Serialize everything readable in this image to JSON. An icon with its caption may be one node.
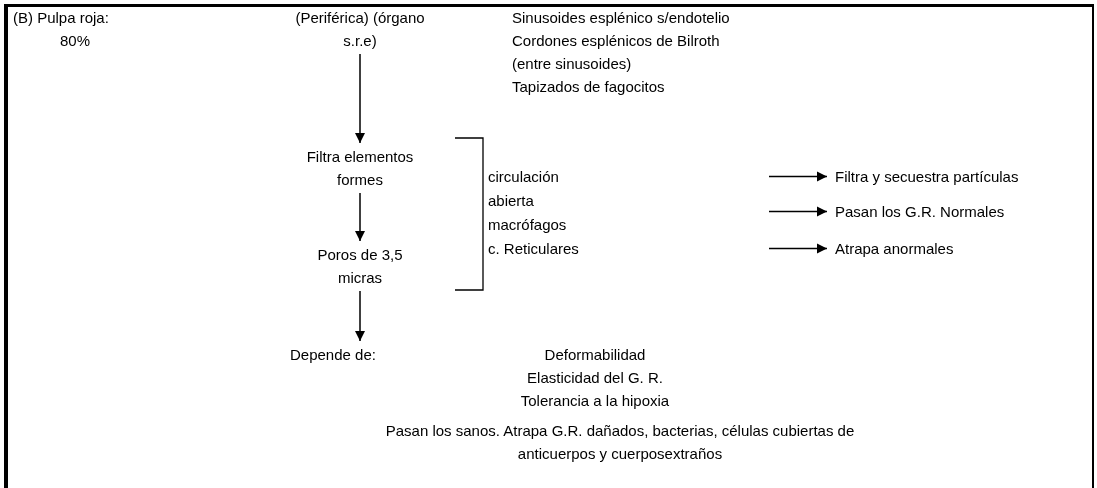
{
  "diagram": {
    "nodes": [
      {
        "text": [
          "(Periférica) (órgano s.r.e)"
        ]
      },
      {
        "text": [
          "Filtra elementos formes"
        ]
      },
      {
        "text": [
          "Poros de 3,5 micras"
        ]
      },
      {
        "text": [
          "Depende de:"
        ]
      },
      {
        "text": [
          "Filtra y secuestra partículas"
        ]
      },
      {
        "text": [
          "Pasan los G.R. Normales"
        ]
      },
      {
        "text": [
          "Atrapa anormales"
        ]
      }
    ],
    "edges": [
      {
        "from": 0,
        "to": 1,
        "arrow": "to"
      },
      {
        "from": 1,
        "to": 2,
        "arrow": "to"
      },
      {
        "from": 2,
        "to": 3,
        "arrow": "to"
      },
      {
        "from": null,
        "to": 4,
        "arrow": "to"
      },
      {
        "from": null,
        "to": 5,
        "arrow": "to"
      },
      {
        "from": null,
        "to": 6,
        "arrow": "to"
      }
    ],
    "labels": [
      "(B) Pulpa roja:",
      "80%",
      "Sinusoides esplénico s/endotelio",
      "Cordones esplénicos de Bilroth",
      "(entre sinusoides)",
      "Tapizados de fagocitos",
      "circulación",
      "abierta",
      "macrófagos",
      "c. Reticulares",
      "Deformabilidad",
      "Elasticidad del G. R.",
      "Tolerancia a la hipoxia",
      "Pasan los sanos. Atrapa G.R. dañados, bacterias, células cubiertas de anticuerpos y cuerposextraños"
    ]
  }
}
